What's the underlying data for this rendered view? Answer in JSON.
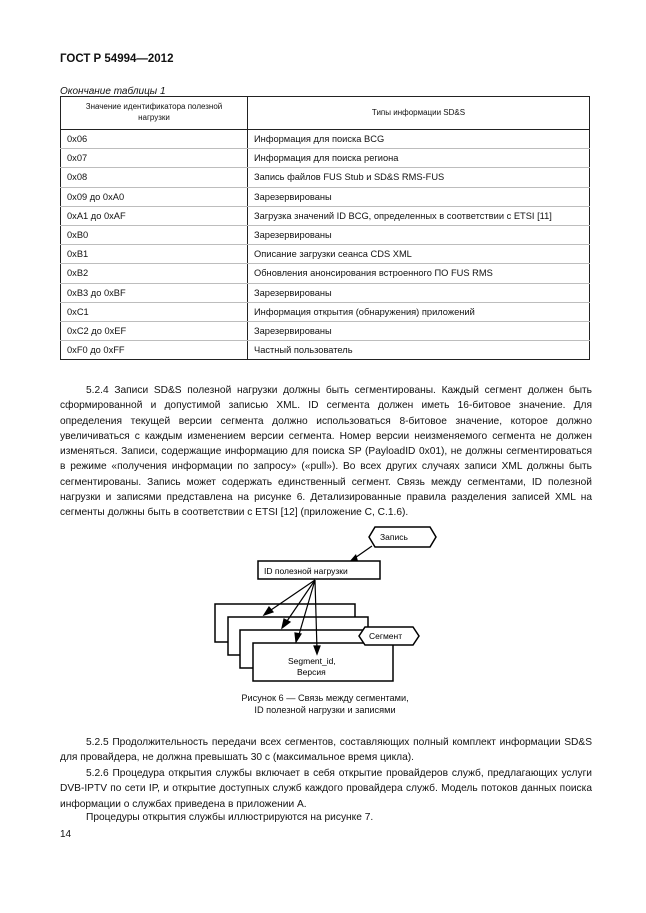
{
  "header": "ГОСТ Р 54994—2012",
  "table_caption": "Окончание таблицы 1",
  "table": {
    "columns": [
      "Значение идентификатора полезной нагрузки",
      "Типы информации SD&S"
    ],
    "rows": [
      [
        "0x06",
        "Информация для поиска BCG"
      ],
      [
        "0x07",
        "Информация для поиска региона"
      ],
      [
        "0x08",
        "Запись файлов FUS Stub и SD&S RMS-FUS"
      ],
      [
        "0x09 до 0xA0",
        "Зарезервированы"
      ],
      [
        "0xA1 до 0xAF",
        "Загрузка значений ID BCG, определенных в соответствии с ETSI [11]"
      ],
      [
        "0xB0",
        "Зарезервированы"
      ],
      [
        "0xB1",
        "Описание загрузки сеанса CDS XML"
      ],
      [
        "0xB2",
        "Обновления анонсирования встроенного ПО FUS RMS"
      ],
      [
        "0xB3 до 0xBF",
        "Зарезервированы"
      ],
      [
        "0xC1",
        "Информация открытия (обнаружения) приложений"
      ],
      [
        "0xC2 до 0xEF",
        "Зарезервированы"
      ],
      [
        "0xF0 до 0xFF",
        "Частный пользователь"
      ]
    ]
  },
  "para_524": "5.2.4 Записи SD&S полезной нагрузки должны быть сегментированы. Каждый сегмент должен быть сформированной и допустимой записью XML. ID сегмента должен иметь 16-битовое значение. Для определения текущей версии сегмента должно использоваться 8-битовое значение, которое должно увеличиваться с каждым изменением версии сегмента. Номер версии неизменяемого сегмента не должен изменяться. Записи, содержащие информацию для поиска SP (PayloadID 0x01), не должны сегментироваться в режиме «получения информации по запросу» («pull»). Во всех других случаях записи XML должны быть сегментированы. Запись может содержать единственный сегмент. Связь между сегментами, ID полезной нагрузки и записями представлена на рисунке 6. Детализированные правила разделения записей XML на сегменты должны быть в соответствии с ETSI [12] (приложение С, С.1.6).",
  "figure": {
    "label_record": "Запись",
    "label_payload_id": "ID полезной нагрузки",
    "label_segment": "Сегмент",
    "label_segment_id": "Segment_id,",
    "label_version": "Версия",
    "caption_line1": "Рисунок 6 — Связь между сегментами,",
    "caption_line2": "ID полезной нагрузки и записями"
  },
  "para_525": "5.2.5 Продолжительность передачи всех сегментов, составляющих полный комплект информации SD&S для провайдера, не должна превышать 30 с (максимальное время цикла).",
  "para_526": "5.2.6 Процедура открытия службы включает в себя открытие провайдеров служб, предлагающих услуги DVB-IPTV по сети IP, и открытие доступных служб каждого провайдера служб. Модель потоков данных поиска информации о службах приведена в приложении А.",
  "para_526b": "Процедуры открытия службы иллюстрируются на рисунке 7.",
  "page_number": "14"
}
